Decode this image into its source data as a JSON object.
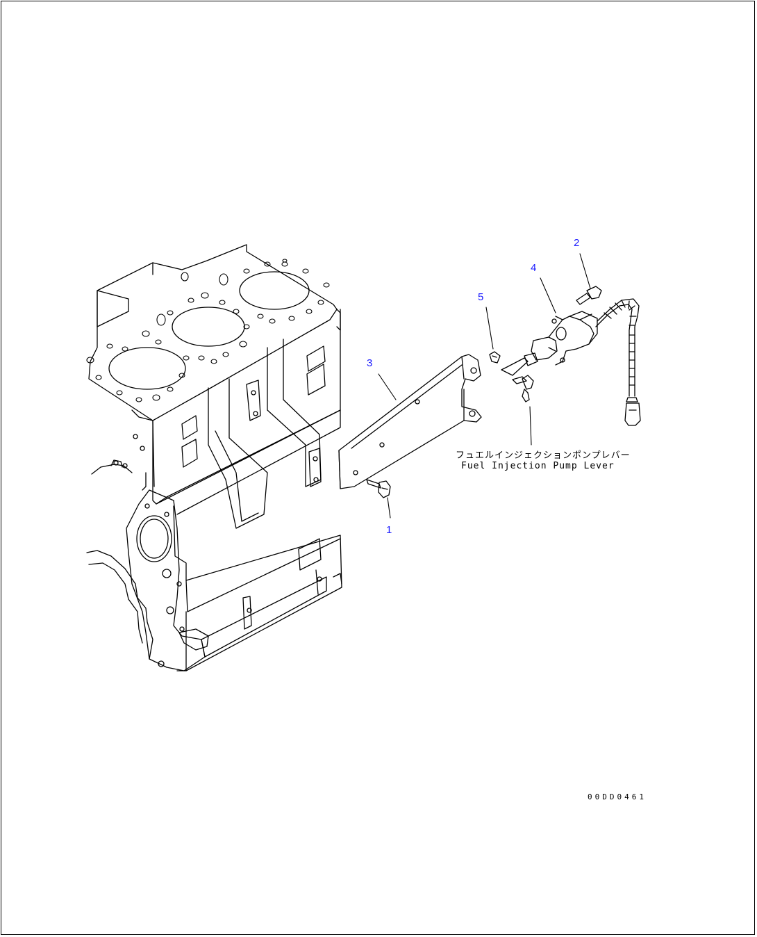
{
  "callouts": [
    "1",
    "2",
    "3",
    "4",
    "5"
  ],
  "labels": {
    "lever_jp": "フュエルインジェクションポンプレバー",
    "lever_en": "Fuel Injection Pump Lever"
  },
  "drawing_number": "00DD0461",
  "colors": {
    "callout": "#1a1aff",
    "line": "#000000"
  }
}
